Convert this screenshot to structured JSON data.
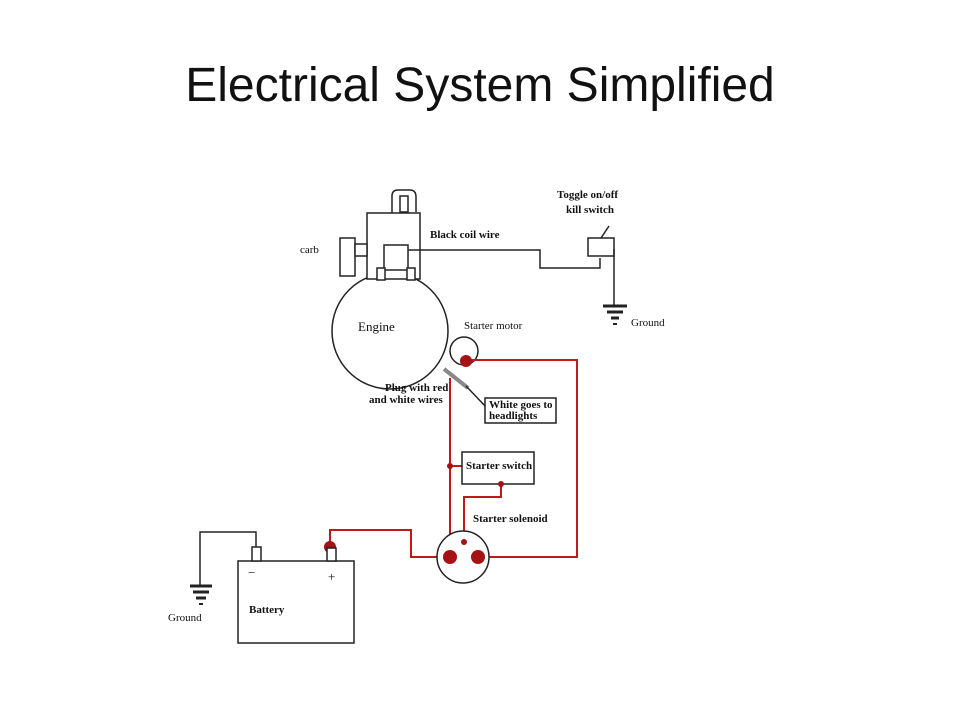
{
  "slide": {
    "title": "Electrical System Simplified"
  },
  "diagram": {
    "labels": {
      "carb": "carb",
      "black_coil_wire": "Black  coil  wire",
      "toggle_line1": "Toggle on/off",
      "toggle_line2": "kill  switch",
      "ground_top": "Ground",
      "engine": "Engine",
      "starter_motor": "Starter motor",
      "plug_line1": "Plug with red",
      "plug_line2": "and white wires",
      "white_line1": "White goes to",
      "white_line2": "headlights",
      "starter_switch": "Starter switch",
      "starter_solenoid": "Starter solenoid",
      "battery": "Battery",
      "battery_minus": "−",
      "battery_plus": "+",
      "ground_bottom": "Ground"
    },
    "colors": {
      "positive_wire": "#c0191c",
      "terminal": "#a51216",
      "wire": "#222222"
    }
  }
}
